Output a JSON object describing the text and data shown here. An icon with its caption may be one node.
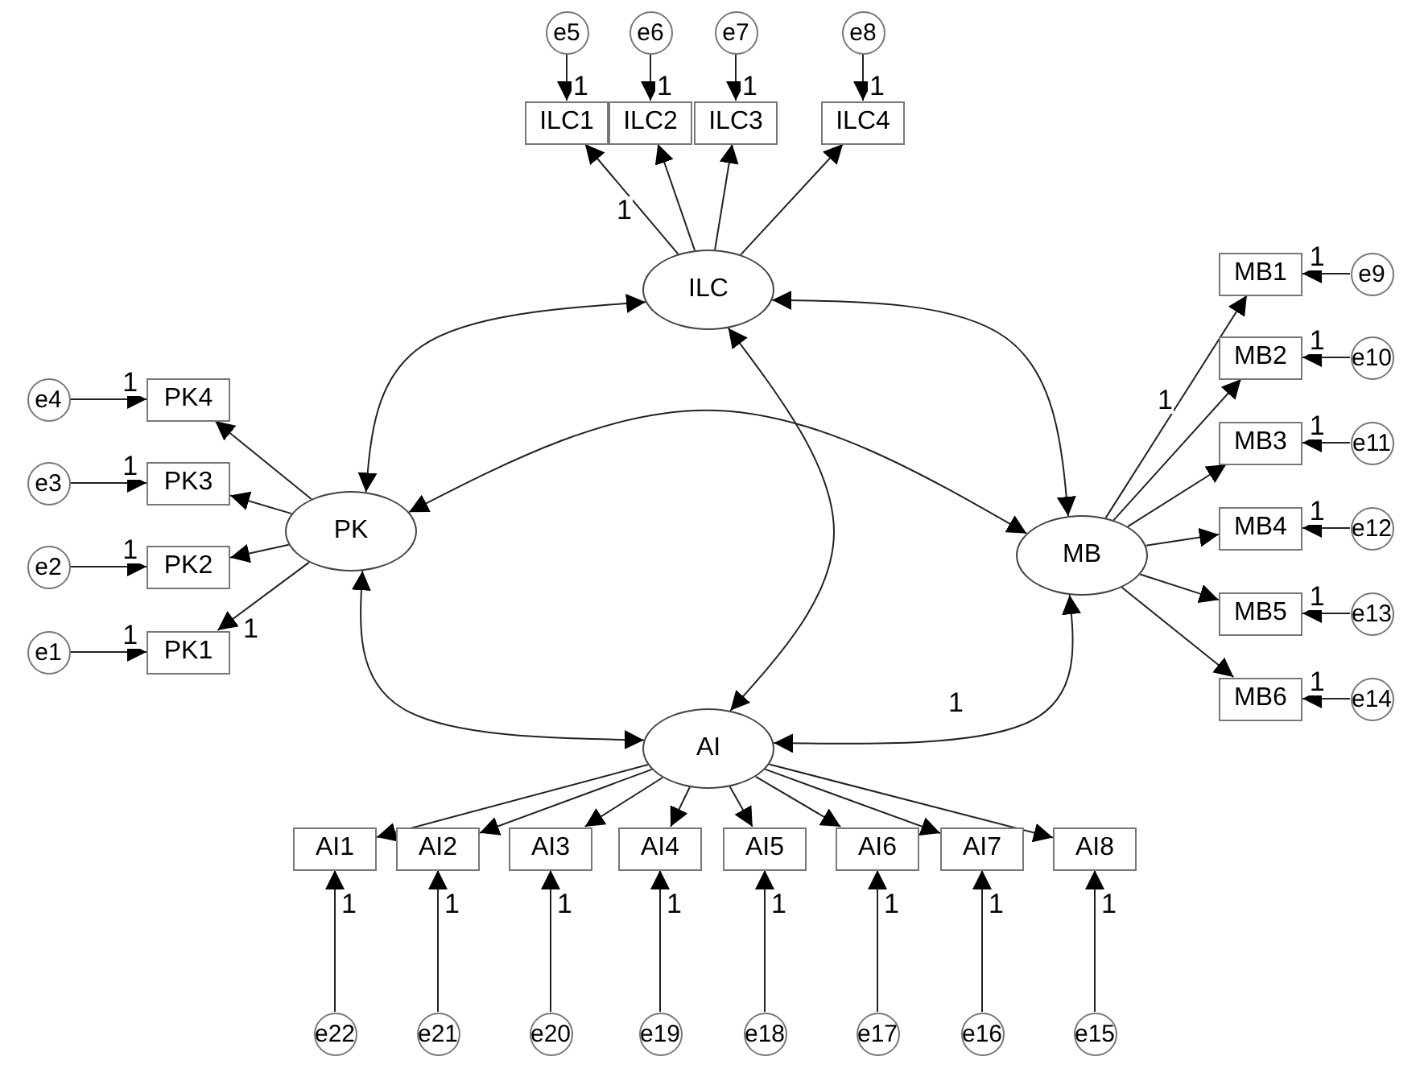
{
  "diagram": {
    "nodes": [
      {
        "text": [
          "e5"
        ]
      },
      {
        "text": [
          "e6"
        ]
      },
      {
        "text": [
          "e7"
        ]
      },
      {
        "text": [
          "e8"
        ]
      },
      {
        "text": [
          "ILC1"
        ]
      },
      {
        "text": [
          "ILC2"
        ]
      },
      {
        "text": [
          "ILC3"
        ]
      },
      {
        "text": [
          "ILC4"
        ]
      },
      {
        "text": [
          "ILC"
        ]
      },
      {
        "text": [
          "PK"
        ]
      },
      {
        "text": [
          "MB"
        ]
      },
      {
        "text": [
          "PK4"
        ]
      },
      {
        "text": [
          "PK3"
        ]
      },
      {
        "text": [
          "PK2"
        ]
      },
      {
        "text": [
          "PK1"
        ]
      },
      {
        "text": [
          "e4"
        ]
      },
      {
        "text": [
          "e3"
        ]
      },
      {
        "text": [
          "e2"
        ]
      },
      {
        "text": [
          "e1"
        ]
      },
      {
        "text": [
          "MB1"
        ]
      },
      {
        "text": [
          "MB2"
        ]
      },
      {
        "text": [
          "MB3"
        ]
      },
      {
        "text": [
          "MB4"
        ]
      },
      {
        "text": [
          "MB5"
        ]
      },
      {
        "text": [
          "MB6"
        ]
      },
      {
        "text": [
          "e9"
        ]
      },
      {
        "text": [
          "e10"
        ]
      },
      {
        "text": [
          "e11"
        ]
      },
      {
        "text": [
          "e12"
        ]
      },
      {
        "text": [
          "e13"
        ]
      },
      {
        "text": [
          "e14"
        ]
      },
      {
        "text": [
          "AI"
        ]
      },
      {
        "text": [
          "AI1"
        ]
      },
      {
        "text": [
          "AI2"
        ]
      },
      {
        "text": [
          "AI3"
        ]
      },
      {
        "text": [
          "AI4"
        ]
      },
      {
        "text": [
          "AI5"
        ]
      },
      {
        "text": [
          "AI6"
        ]
      },
      {
        "text": [
          "AI7"
        ]
      },
      {
        "text": [
          "AI8"
        ]
      },
      {
        "text": [
          "e22"
        ]
      },
      {
        "text": [
          "e21"
        ]
      },
      {
        "text": [
          "e20"
        ]
      },
      {
        "text": [
          "e19"
        ]
      },
      {
        "text": [
          "e18"
        ]
      },
      {
        "text": [
          "e17"
        ]
      },
      {
        "text": [
          "e16"
        ]
      },
      {
        "text": [
          "e15"
        ]
      }
    ],
    "edges": [
      {
        "from": 8,
        "to": 4,
        "arrow": "to",
        "label": "1"
      },
      {
        "from": 8,
        "to": 5,
        "arrow": "to"
      },
      {
        "from": 8,
        "to": 6,
        "arrow": "to"
      },
      {
        "from": 8,
        "to": 7,
        "arrow": "to"
      },
      {
        "from": 0,
        "to": 4,
        "arrow": "to",
        "label": "1"
      },
      {
        "from": 1,
        "to": 5,
        "arrow": "to",
        "label": "1"
      },
      {
        "from": 2,
        "to": 6,
        "arrow": "to",
        "label": "1"
      },
      {
        "from": 3,
        "to": 7,
        "arrow": "to",
        "label": "1"
      },
      {
        "from": 9,
        "to": 11,
        "arrow": "to"
      },
      {
        "from": 9,
        "to": 12,
        "arrow": "to"
      },
      {
        "from": 9,
        "to": 13,
        "arrow": "to"
      },
      {
        "from": 9,
        "to": 14,
        "arrow": "to",
        "label": "1"
      },
      {
        "from": 15,
        "to": 11,
        "arrow": "to",
        "label": "1"
      },
      {
        "from": 16,
        "to": 12,
        "arrow": "to",
        "label": "1"
      },
      {
        "from": 17,
        "to": 13,
        "arrow": "to",
        "label": "1"
      },
      {
        "from": 18,
        "to": 14,
        "arrow": "to",
        "label": "1"
      },
      {
        "from": 10,
        "to": 19,
        "arrow": "to",
        "label": "1"
      },
      {
        "from": 10,
        "to": 20,
        "arrow": "to"
      },
      {
        "from": 10,
        "to": 21,
        "arrow": "to"
      },
      {
        "from": 10,
        "to": 22,
        "arrow": "to"
      },
      {
        "from": 10,
        "to": 23,
        "arrow": "to"
      },
      {
        "from": 10,
        "to": 24,
        "arrow": "to"
      },
      {
        "from": 25,
        "to": 19,
        "arrow": "to",
        "label": "1"
      },
      {
        "from": 26,
        "to": 20,
        "arrow": "to",
        "label": "1"
      },
      {
        "from": 27,
        "to": 21,
        "arrow": "to",
        "label": "1"
      },
      {
        "from": 28,
        "to": 22,
        "arrow": "to",
        "label": "1"
      },
      {
        "from": 29,
        "to": 23,
        "arrow": "to",
        "label": "1"
      },
      {
        "from": 30,
        "to": 24,
        "arrow": "to",
        "label": "1"
      },
      {
        "from": 31,
        "to": 32,
        "arrow": "to"
      },
      {
        "from": 31,
        "to": 33,
        "arrow": "to"
      },
      {
        "from": 31,
        "to": 34,
        "arrow": "to"
      },
      {
        "from": 31,
        "to": 35,
        "arrow": "to"
      },
      {
        "from": 31,
        "to": 36,
        "arrow": "to"
      },
      {
        "from": 31,
        "to": 37,
        "arrow": "to"
      },
      {
        "from": 31,
        "to": 38,
        "arrow": "to"
      },
      {
        "from": 31,
        "to": 39,
        "arrow": "to"
      },
      {
        "from": 40,
        "to": 32,
        "arrow": "to",
        "label": "1"
      },
      {
        "from": 41,
        "to": 33,
        "arrow": "to",
        "label": "1"
      },
      {
        "from": 42,
        "to": 34,
        "arrow": "to",
        "label": "1"
      },
      {
        "from": 43,
        "to": 35,
        "arrow": "to",
        "label": "1"
      },
      {
        "from": 44,
        "to": 36,
        "arrow": "to",
        "label": "1"
      },
      {
        "from": 45,
        "to": 37,
        "arrow": "to",
        "label": "1"
      },
      {
        "from": 46,
        "to": 38,
        "arrow": "to",
        "label": "1"
      },
      {
        "from": 47,
        "to": 39,
        "arrow": "to",
        "label": "1"
      },
      {
        "from": 8,
        "to": 9,
        "arrow": "both"
      },
      {
        "from": 8,
        "to": 10,
        "arrow": "both"
      },
      {
        "from": 8,
        "to": 31,
        "arrow": "both"
      },
      {
        "from": 9,
        "to": 10,
        "arrow": "both"
      },
      {
        "from": 9,
        "to": 31,
        "arrow": "both"
      },
      {
        "from": 10,
        "to": 31,
        "arrow": "both",
        "label": "1"
      }
    ]
  }
}
